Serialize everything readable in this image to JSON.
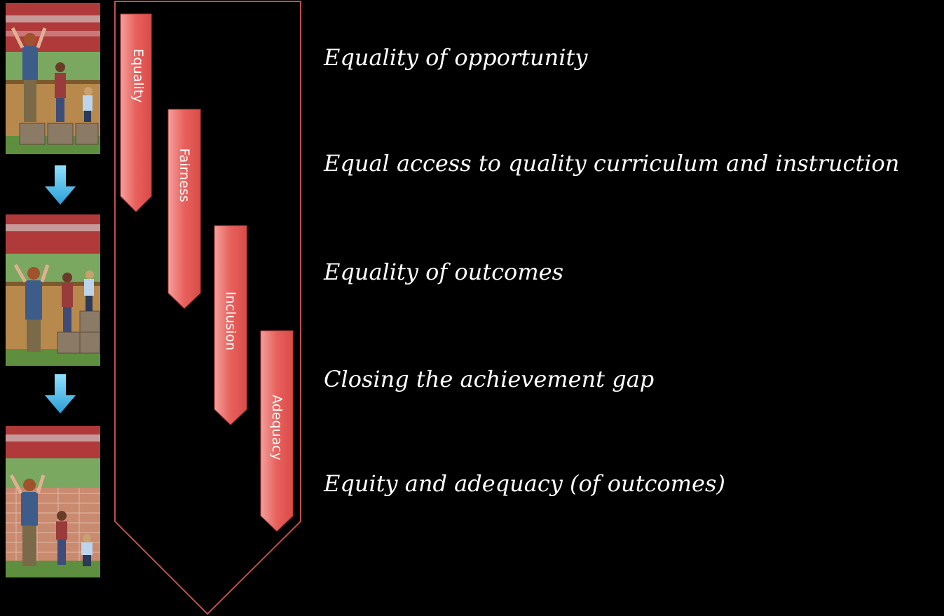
{
  "stages": [
    {
      "label": "Equality"
    },
    {
      "label": "Fairness"
    },
    {
      "label": "Inclusion"
    },
    {
      "label": "Adequacy"
    }
  ],
  "statements": [
    "Equality of opportunity",
    "Equal access to quality curriculum and instruction",
    "Equality of outcomes",
    "Closing the achievement gap",
    "Equity and adequacy (of outcomes)"
  ],
  "illustrations": [
    {
      "name": "equal-boxes-illustration"
    },
    {
      "name": "equity-boxes-illustration"
    },
    {
      "name": "chain-link-fence-illustration"
    }
  ],
  "colors": {
    "background": "#000000",
    "ribbon_fill": "#e8605c",
    "ribbon_highlight": "#f4a09c",
    "frame_stroke": "#c0504d",
    "down_arrow": "#4fc3f7",
    "text": "#ffffff"
  }
}
